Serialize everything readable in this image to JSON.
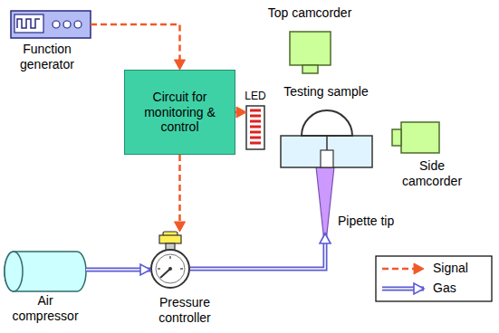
{
  "diagram": {
    "nodes": [
      {
        "text": [
          "Top camcorder"
        ]
      },
      {
        "text": [
          "Function generator"
        ]
      },
      {
        "text": [
          "Circuit for monitoring & control"
        ]
      },
      {
        "text": [
          "LED"
        ]
      },
      {
        "text": [
          "Testing sample"
        ]
      },
      {
        "text": [
          "Side camcorder"
        ]
      },
      {
        "text": [
          "Pipette tip"
        ]
      },
      {
        "text": [
          "Air compressor"
        ]
      },
      {
        "text": [
          "Pressure controller"
        ]
      }
    ],
    "edges": [
      {
        "from": 1,
        "to": 2,
        "arrow": "to"
      },
      {
        "from": 2,
        "to": 3,
        "arrow": "to"
      },
      {
        "from": 2,
        "to": 8,
        "arrow": "to"
      },
      {
        "from": 7,
        "to": 8,
        "arrow": "to"
      },
      {
        "from": 8,
        "to": 6,
        "arrow": "to"
      }
    ],
    "legend": [
      {
        "text": "Signal"
      },
      {
        "text": "Gas"
      }
    ]
  }
}
